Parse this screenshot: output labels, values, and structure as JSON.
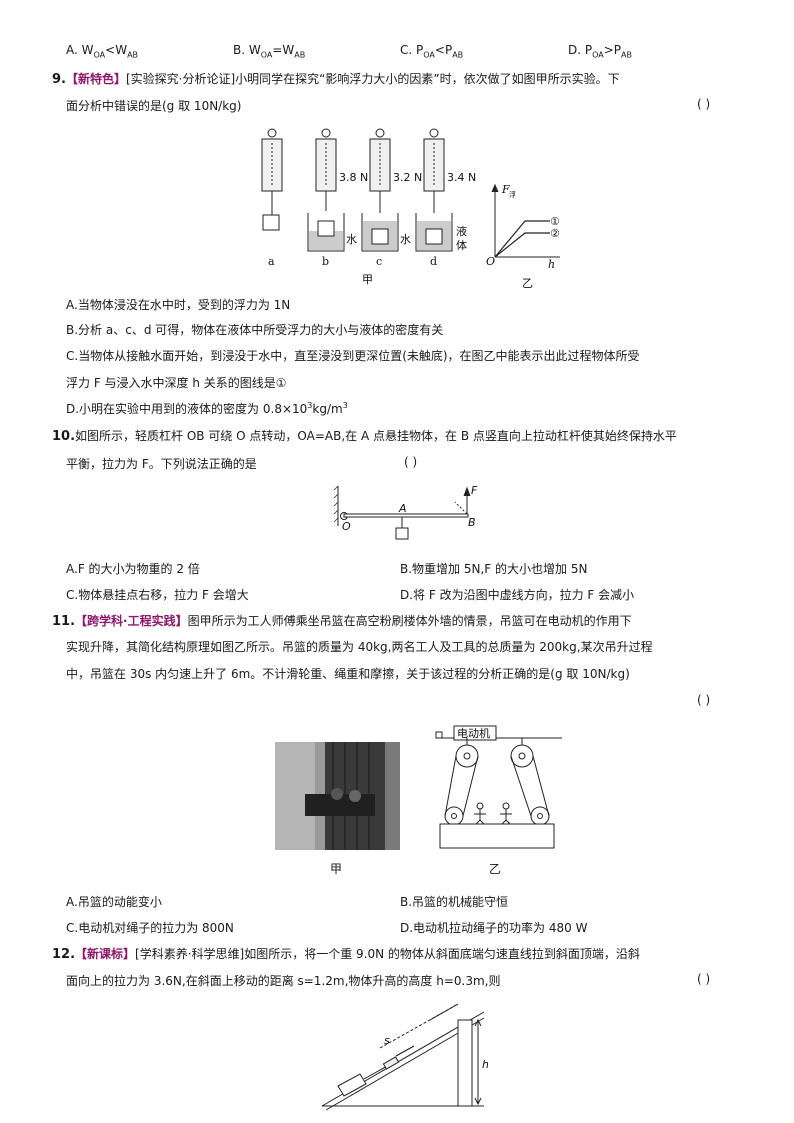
{
  "q8_options": {
    "a_pre": "A. W",
    "a_s1": "OA",
    "a_op": "<W",
    "a_s2": "AB",
    "b_pre": "B. W",
    "b_s1": "OA",
    "b_op": "=W",
    "b_s2": "AB",
    "c_pre": "C. P",
    "c_s1": "OA",
    "c_op": "<P",
    "c_s2": "AB",
    "d_pre": "D. P",
    "d_s1": "OA",
    "d_op": ">P",
    "d_s2": "AB"
  },
  "q9": {
    "num": "9.",
    "tag": "【新特色】",
    "line1": "[实验探究·分析论证]小明同学在探究“影响浮力大小的因素”时，依次做了如图甲所示实验。下",
    "line2": "面分析中错误的是(g 取 10N/kg)",
    "paren": "(      )",
    "fig": {
      "reading_b": "3.8 N",
      "reading_c": "3.2 N",
      "reading_d": "3.4 N",
      "label_water_b": "水",
      "label_water_c": "水",
      "label_liquid1": "液",
      "label_liquid2": "体",
      "sub_a": "a",
      "sub_b": "b",
      "sub_c": "c",
      "sub_d": "d",
      "caption_jia": "甲",
      "caption_yi": "乙",
      "graph_F": "F",
      "graph_F_sub": "浮",
      "graph_O": "O",
      "graph_h": "h",
      "curve1": "①",
      "curve2": "②"
    },
    "options": {
      "a": "A.当物体浸没在水中时，受到的浮力为 1N",
      "b": "B.分析 a、c、d 可得，物体在液体中所受浮力的大小与液体的密度有关",
      "c1": "C.当物体从接触水面开始，到浸没于水中，直至浸没到更深位置(未触底)，在图乙中能表示出此过程物体所受",
      "c2": "浮力 F 与浸入水中深度 h 关系的图线是①",
      "d_pre": "D.小明在实验中用到的液体的密度为 0.8×10",
      "d_sup1": "3",
      "d_mid": "kg/m",
      "d_sup2": "3"
    }
  },
  "q10": {
    "num": "10.",
    "line1": "如图所示，轻质杠杆 OB 可绕 O 点转动，OA=AB,在 A 点悬挂物体，在 B 点竖直向上拉动杠杆使其始终保持水平",
    "line2": "平衡，拉力为 F。下列说法正确的是",
    "paren": "(      )",
    "fig": {
      "O": "O",
      "A": "A",
      "B": "B",
      "F": "F"
    },
    "options": {
      "a": "A.F 的大小为物重的 2 倍",
      "b": "B.物重增加 5N,F 的大小也增加 5N",
      "c": "C.物体悬挂点右移，拉力 F 会增大",
      "d": "D.将 F 改为沿图中虚线方向，拉力 F 会减小"
    }
  },
  "q11": {
    "num": "11.",
    "tag": "【跨学科·工程实践】",
    "line1": "图甲所示为工人师傅乘坐吊篮在高空粉刷楼体外墙的情景，吊篮可在电动机的作用下",
    "line2": "实现升降，其简化结构原理如图乙所示。吊篮的质量为 40kg,两名工人及工具的总质量为 200kg,某次吊升过程",
    "line3": "中，吊篮在 30s 内匀速上升了 6m。不计滑轮重、绳重和摩擦，关于该过程的分析正确的是(g 取 10N/kg)",
    "paren": "(      )",
    "fig": {
      "motor": "电动机",
      "caption_jia": "甲",
      "caption_yi": "乙"
    },
    "options": {
      "a": "A.吊篮的动能变小",
      "b": "B.吊篮的机械能守恒",
      "c": "C.电动机对绳子的拉力为 800N",
      "d": "D.电动机拉动绳子的功率为 480 W"
    }
  },
  "q12": {
    "num": "12.",
    "tag": "【新课标】",
    "line1": "[学科素养·科学思维]如图所示，将一个重 9.0N 的物体从斜面底端匀速直线拉到斜面顶端，沿斜",
    "line2": "面向上的拉力为 3.6N,在斜面上移动的距离 s=1.2m,物体升高的高度 h=0.3m,则",
    "paren": "(      )",
    "fig": {
      "s": "s",
      "h": "h"
    }
  }
}
